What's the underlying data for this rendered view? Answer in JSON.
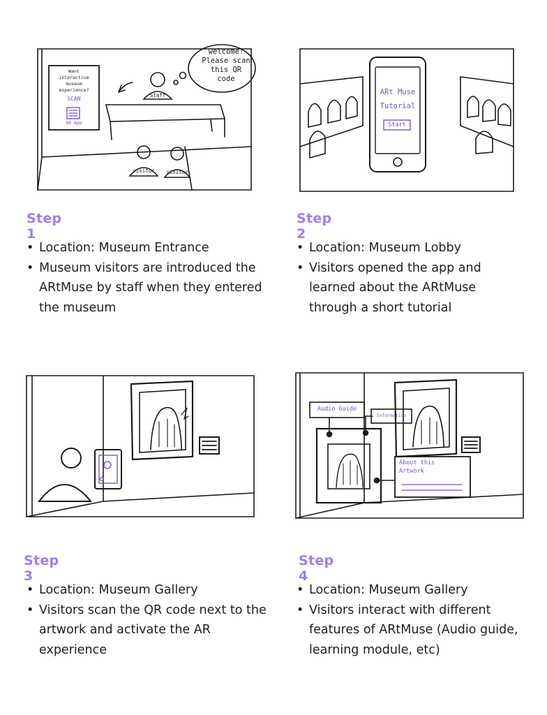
{
  "steps": [
    {
      "title": "Step 1",
      "bullets": [
        "Location: Museum Entrance",
        "Museum visitors are introduced the ARtMuse by staff when they entered the museum"
      ],
      "sketch": {
        "speech_lines": [
          "welcome!",
          "Please scan",
          "this QR",
          "code"
        ],
        "poster_lines": [
          "Want",
          "interactive",
          "museum",
          "experience?",
          "SCAN"
        ],
        "poster_footer": "AR App",
        "staff_label": "Staff",
        "visitor_label_1": "visitor",
        "visitor_label_2": "visitor"
      }
    },
    {
      "title": "Step 2",
      "bullets": [
        "Location: Museum Lobby",
        "Visitors opened the app and learned about the ARtMuse through a short tutorial"
      ],
      "sketch": {
        "phone_title_1": "ARt Muse",
        "phone_title_2": "Tutorial",
        "phone_button": "Start"
      }
    },
    {
      "title": "Step 3",
      "bullets": [
        "Location: Museum Gallery",
        "Visitors scan the QR code next to the artwork and activate the AR experience"
      ]
    },
    {
      "title": "Step 4",
      "bullets": [
        "Location: Museum Gallery",
        "Visitors interact with different features of ARtMuse (Audio guide, learning module, etc)"
      ],
      "sketch": {
        "label_audio": "Audio Guide",
        "label_info": "Information",
        "label_about_1": "About this",
        "label_about_2": "Artwork"
      }
    }
  ],
  "colors": {
    "accent": "#a27cf0",
    "sketch_ink": "#1a1a1a",
    "sketch_purple": "#7b4fd6"
  }
}
